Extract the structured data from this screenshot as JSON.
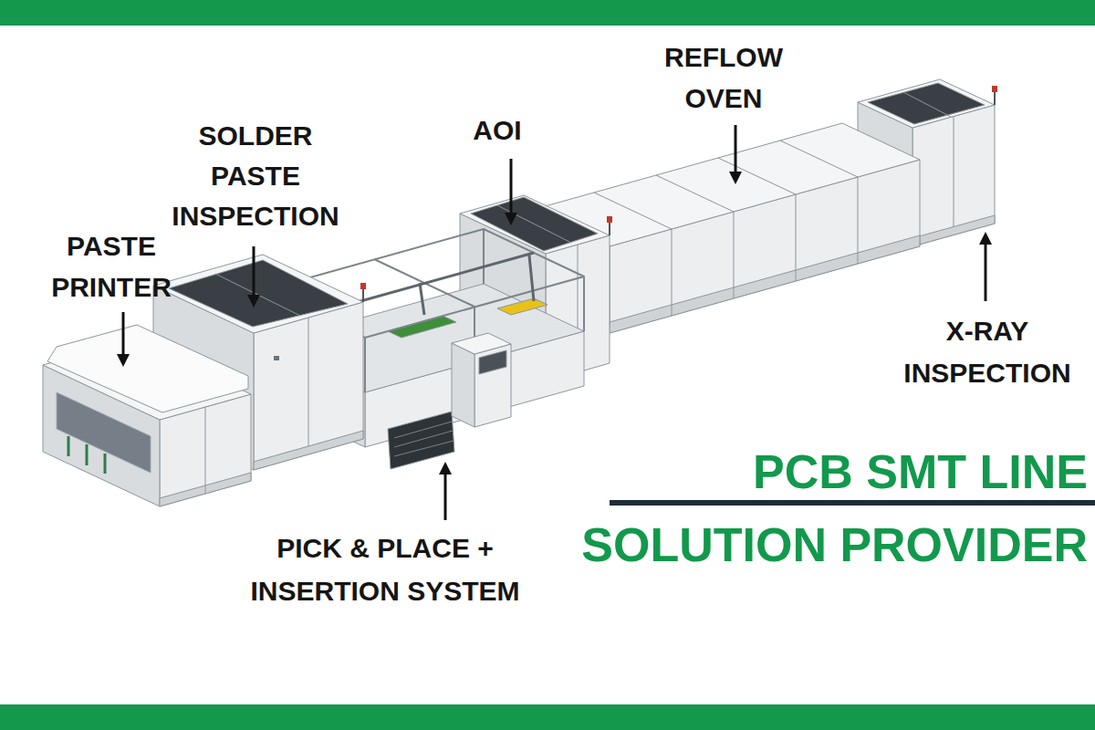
{
  "diagram": {
    "labels": [
      "PASTE PRINTER",
      "SOLDER PASTE INSPECTION",
      "AOI",
      "REFLOW OVEN",
      "X-RAY INSPECTION",
      "PICK & PLACE + INSERTION SYSTEM",
      "PCB SMT LINE",
      "SOLUTION PROVIDER"
    ]
  }
}
